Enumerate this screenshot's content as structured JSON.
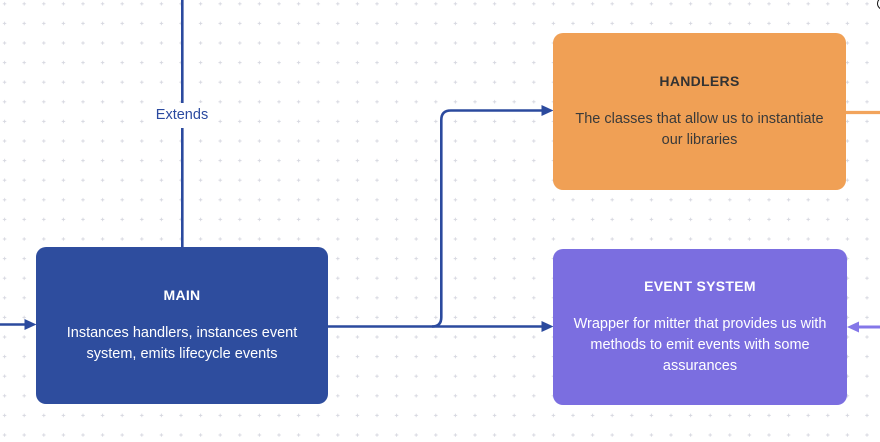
{
  "diagram": {
    "nodes": [
      {
        "id": "main",
        "title": "MAIN",
        "body": "Instances handlers, instances event system, emits lifecycle events",
        "color": "#2E4D9E",
        "text_color": "#FFFFFF"
      },
      {
        "id": "handlers",
        "title": "HANDLERS",
        "body": "The classes that allow us to instantiate our libraries",
        "color": "#F0A055",
        "text_color": "#3A3A3A"
      },
      {
        "id": "event-system",
        "title": "EVENT SYSTEM",
        "body": "Wrapper for mitter that provides us with methods to emit events with some assurances",
        "color": "#7B6EE0",
        "text_color": "#FFFFFF"
      }
    ],
    "labels": {
      "extends": "Extends"
    },
    "edges": [
      {
        "from": "offscreen-top",
        "to": "main",
        "label": "Extends",
        "color": "#2B4A9E"
      },
      {
        "from": "offscreen-left",
        "to": "main",
        "label": "",
        "color": "#2B4A9E"
      },
      {
        "from": "main",
        "to": "handlers",
        "label": "",
        "color": "#2B4A9E"
      },
      {
        "from": "main",
        "to": "event-system",
        "label": "",
        "color": "#2B4A9E"
      },
      {
        "from": "handlers",
        "to": "offscreen-right",
        "label": "",
        "color": "#F2A45C"
      },
      {
        "from": "offscreen-right",
        "to": "event-system",
        "label": "",
        "color": "#8477E8"
      }
    ],
    "colors": {
      "main_box": "#2E4D9E",
      "handlers_box": "#F0A055",
      "event_system_box": "#7B6EE0",
      "edge_blue": "#2B4A9E",
      "edge_orange": "#F2A45C",
      "edge_purple": "#8477E8",
      "grid_dot": "#D6D7E0",
      "extends_text": "#2B4AA0",
      "canvas_background": "#FFFFFF"
    }
  }
}
